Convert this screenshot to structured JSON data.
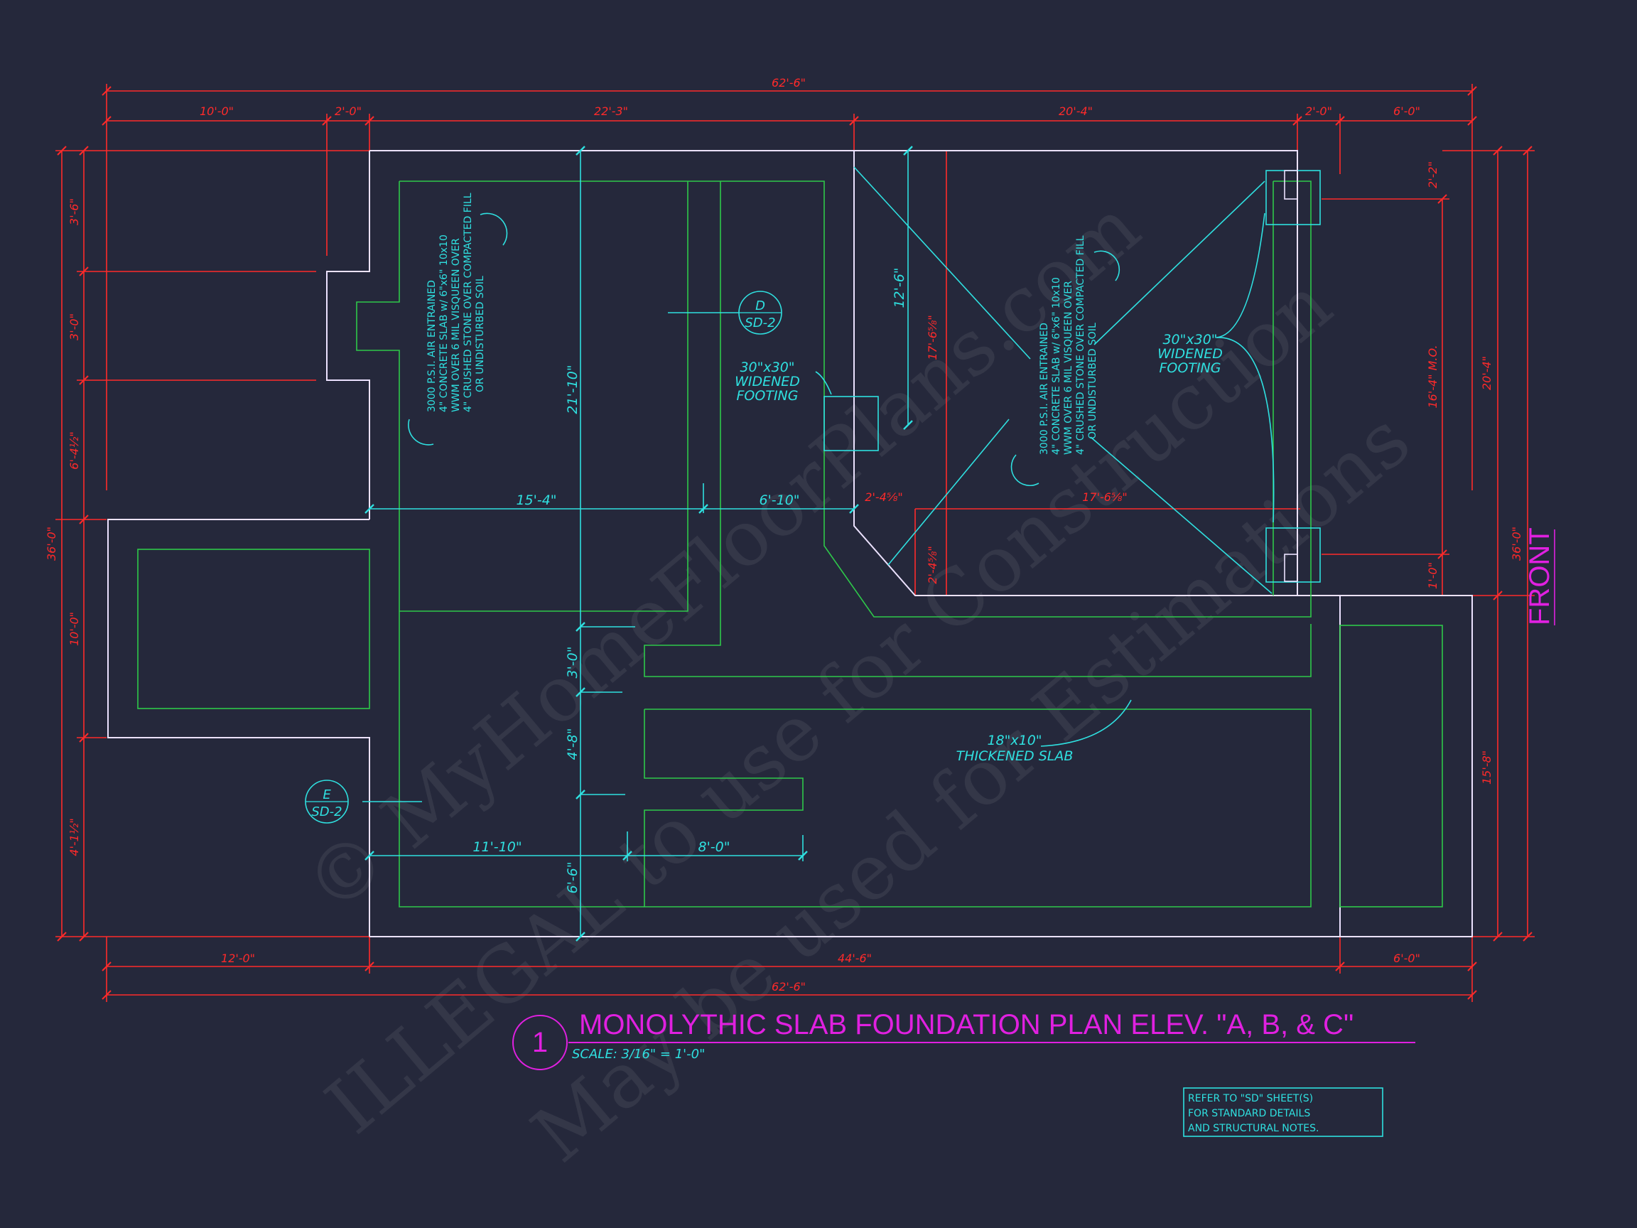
{
  "dimensions": {
    "top": {
      "overall": "62'-6\"",
      "seg1": "10'-0\"",
      "seg2": "2'-0\"",
      "seg3": "22'-3\"",
      "seg4": "20'-4\"",
      "seg5": "2'-0\"",
      "seg6": "6'-0\""
    },
    "left": {
      "overall": "36'-0\"",
      "seg1": "3'-6\"",
      "seg2": "3'-0\"",
      "seg3": "6'-4½\"",
      "seg4": "10'-0\"",
      "seg5": "4'-1½\""
    },
    "right": {
      "overall": "36'-0\"",
      "upper": "20'-4\"",
      "lower": "15'-8\"",
      "inner1": "2'-2\"",
      "inner2": "16'-4\" M.O.",
      "inner3": "1'-0\""
    },
    "bottom": {
      "seg1": "12'-0\"",
      "seg2": "44'-6\"",
      "seg3": "6'-0\"",
      "overall": "62'-6\""
    },
    "interior": {
      "d1": "15'-4\"",
      "d2": "6'-10\"",
      "d3": "2'-4⅝\"",
      "d4": "17'-6⅝\"",
      "d5": "21'-10\"",
      "d6": "12'-6\"",
      "d7": "17'-6⅝\"",
      "d8": "2'-4⅝\"",
      "d9": "3'-0\"",
      "d10": "4'-8\"",
      "d11": "6'-6\"",
      "d12": "11'-10\"",
      "d13": "8'-0\""
    }
  },
  "notes": {
    "slab_spec_lines": [
      "3000 P.S.I. AIR ENTRAINED",
      "4\" CONCRETE SLAB w/ 6\"x6\" 10x10",
      "WWM OVER 6 MIL VISQUEEN OVER",
      "4\" CRUSHED STONE OVER COMPACTED FILL",
      "OR UNDISTURBED SOIL"
    ],
    "footing_lines": [
      "30\"x30\"",
      "WIDENED",
      "FOOTING"
    ],
    "thickened_lines": [
      "18\"x10\"",
      "THICKENED SLAB"
    ],
    "refer_lines": [
      "REFER TO \"SD\" SHEET(S)",
      "FOR STANDARD DETAILS",
      "AND STRUCTURAL NOTES."
    ]
  },
  "sections": {
    "d": {
      "letter": "D",
      "sheet": "SD-2"
    },
    "e": {
      "letter": "E",
      "sheet": "SD-2"
    }
  },
  "front_label": "FRONT",
  "title_block": {
    "number": "1",
    "title": "MONOLYTHIC SLAB FOUNDATION PLAN ELEV. \"A, B, & C\"",
    "scale": "SCALE: 3/16\" = 1'-0\""
  },
  "watermark": {
    "line1": "© MyHomeFloorPlans.com",
    "line2": "ILLEGAL to use for Construction",
    "line3": "May be used for Estimations"
  },
  "colors": {
    "background": "#25283b",
    "dimension": "#ff2a2a",
    "annotation": "#2fe0e0",
    "footing": "#2ec84a",
    "slab_outline": "#ece2ff",
    "title": "#e020e0"
  }
}
